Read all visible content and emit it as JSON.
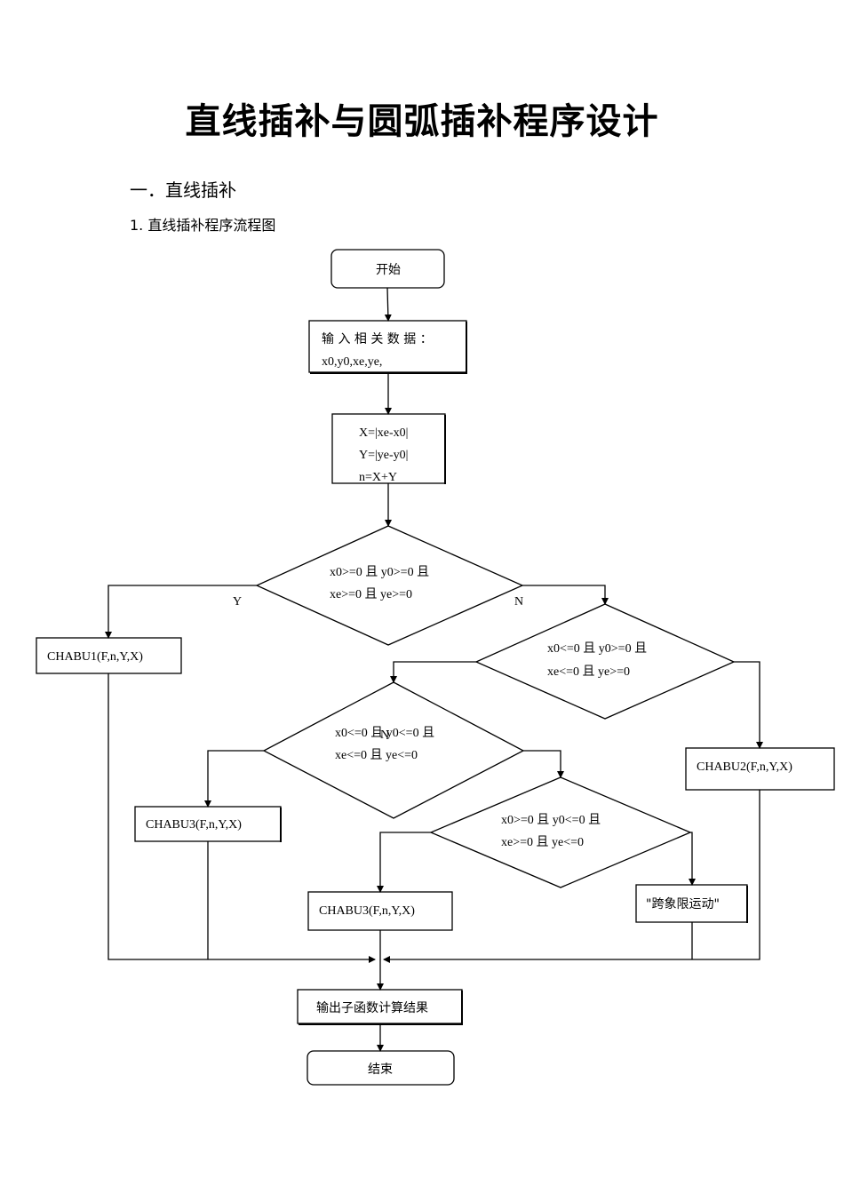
{
  "title": "直线插补与圆弧插补程序设计",
  "section_heading": "一．直线插补",
  "subsection_heading": "1. 直线插补程序流程图",
  "flowchart": {
    "start": "开始",
    "input_line1": "输 入 相 关 数 据 ：",
    "input_line2": "x0,y0,xe,ye,",
    "calc_line1": "X=|xe-x0|",
    "calc_line2": "Y=|ye-y0|",
    "calc_line3": "n=X+Y",
    "d1_line1": "x0>=0 且 y0>=0 且",
    "d1_line2": "xe>=0 且 ye>=0",
    "label_y": "Y",
    "label_n": "N",
    "label_n2": "N",
    "chabu1": "CHABU1(F,n,Y,X)",
    "d2_line1": "x0<=0 且 y0>=0 且",
    "d2_line2": "xe<=0 且 ye>=0",
    "chabu2": "CHABU2(F,n,Y,X)",
    "d3_line1": "x0<=0 且 y0<=0 且",
    "d3_line2": "xe<=0 且 ye<=0",
    "chabu3a": "CHABU3(F,n,Y,X)",
    "d4_line1": "x0>=0 且 y0<=0 且",
    "d4_line2": "xe>=0 且 ye<=0",
    "chabu3b": "CHABU3(F,n,Y,X)",
    "cross": "\"跨象限运动\"",
    "output": "输出子函数计算结果",
    "end": "结束"
  }
}
